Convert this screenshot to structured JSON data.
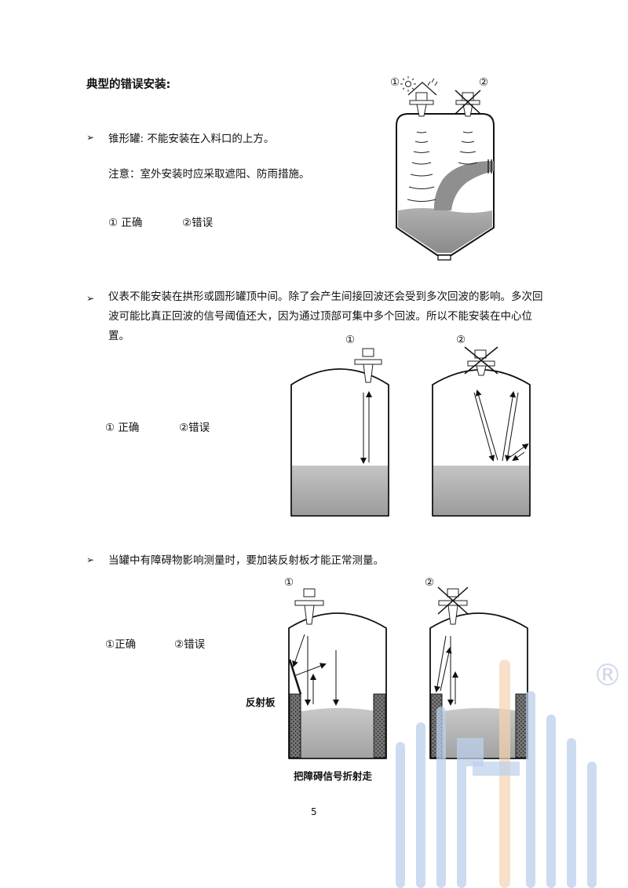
{
  "heading": "典型的错误安装:",
  "bullet_glyph": "➢",
  "section1": {
    "text": "锥形罐:  不能安装在入料口的上方。",
    "note": "注意：室外安装时应采取遮阳、防雨措施。",
    "legend_correct": "① 正确",
    "legend_wrong": "②错误",
    "fig_label_1": "①",
    "fig_label_2": "②"
  },
  "section2": {
    "text": "仪表不能安装在拱形或圆形罐顶中间。除了会产生间接回波还会受到多次回波的影响。多次回波可能比真正回波的信号阈值还大，因为通过顶部可集中多个回波。所以不能安装在中心位置。",
    "legend_correct": "①  正确",
    "legend_wrong": "②错误",
    "fig_label_1": "①",
    "fig_label_2": "②"
  },
  "section3": {
    "text": "当罐中有障碍物影响测量时，要加装反射板才能正常测量。",
    "legend_correct": "①正确",
    "legend_wrong": "②错误",
    "fig_label_1": "①",
    "fig_label_2": "②",
    "reflector_label": "反射板",
    "caption": "把障碍信号折射走"
  },
  "page_number": "5",
  "watermark_mark": "®",
  "colors": {
    "liquid": "#9a9a9a",
    "liquid_light": "#c9c9c9",
    "watermark_blue": "#a9c3e6",
    "watermark_orange": "#f2c9a0"
  }
}
